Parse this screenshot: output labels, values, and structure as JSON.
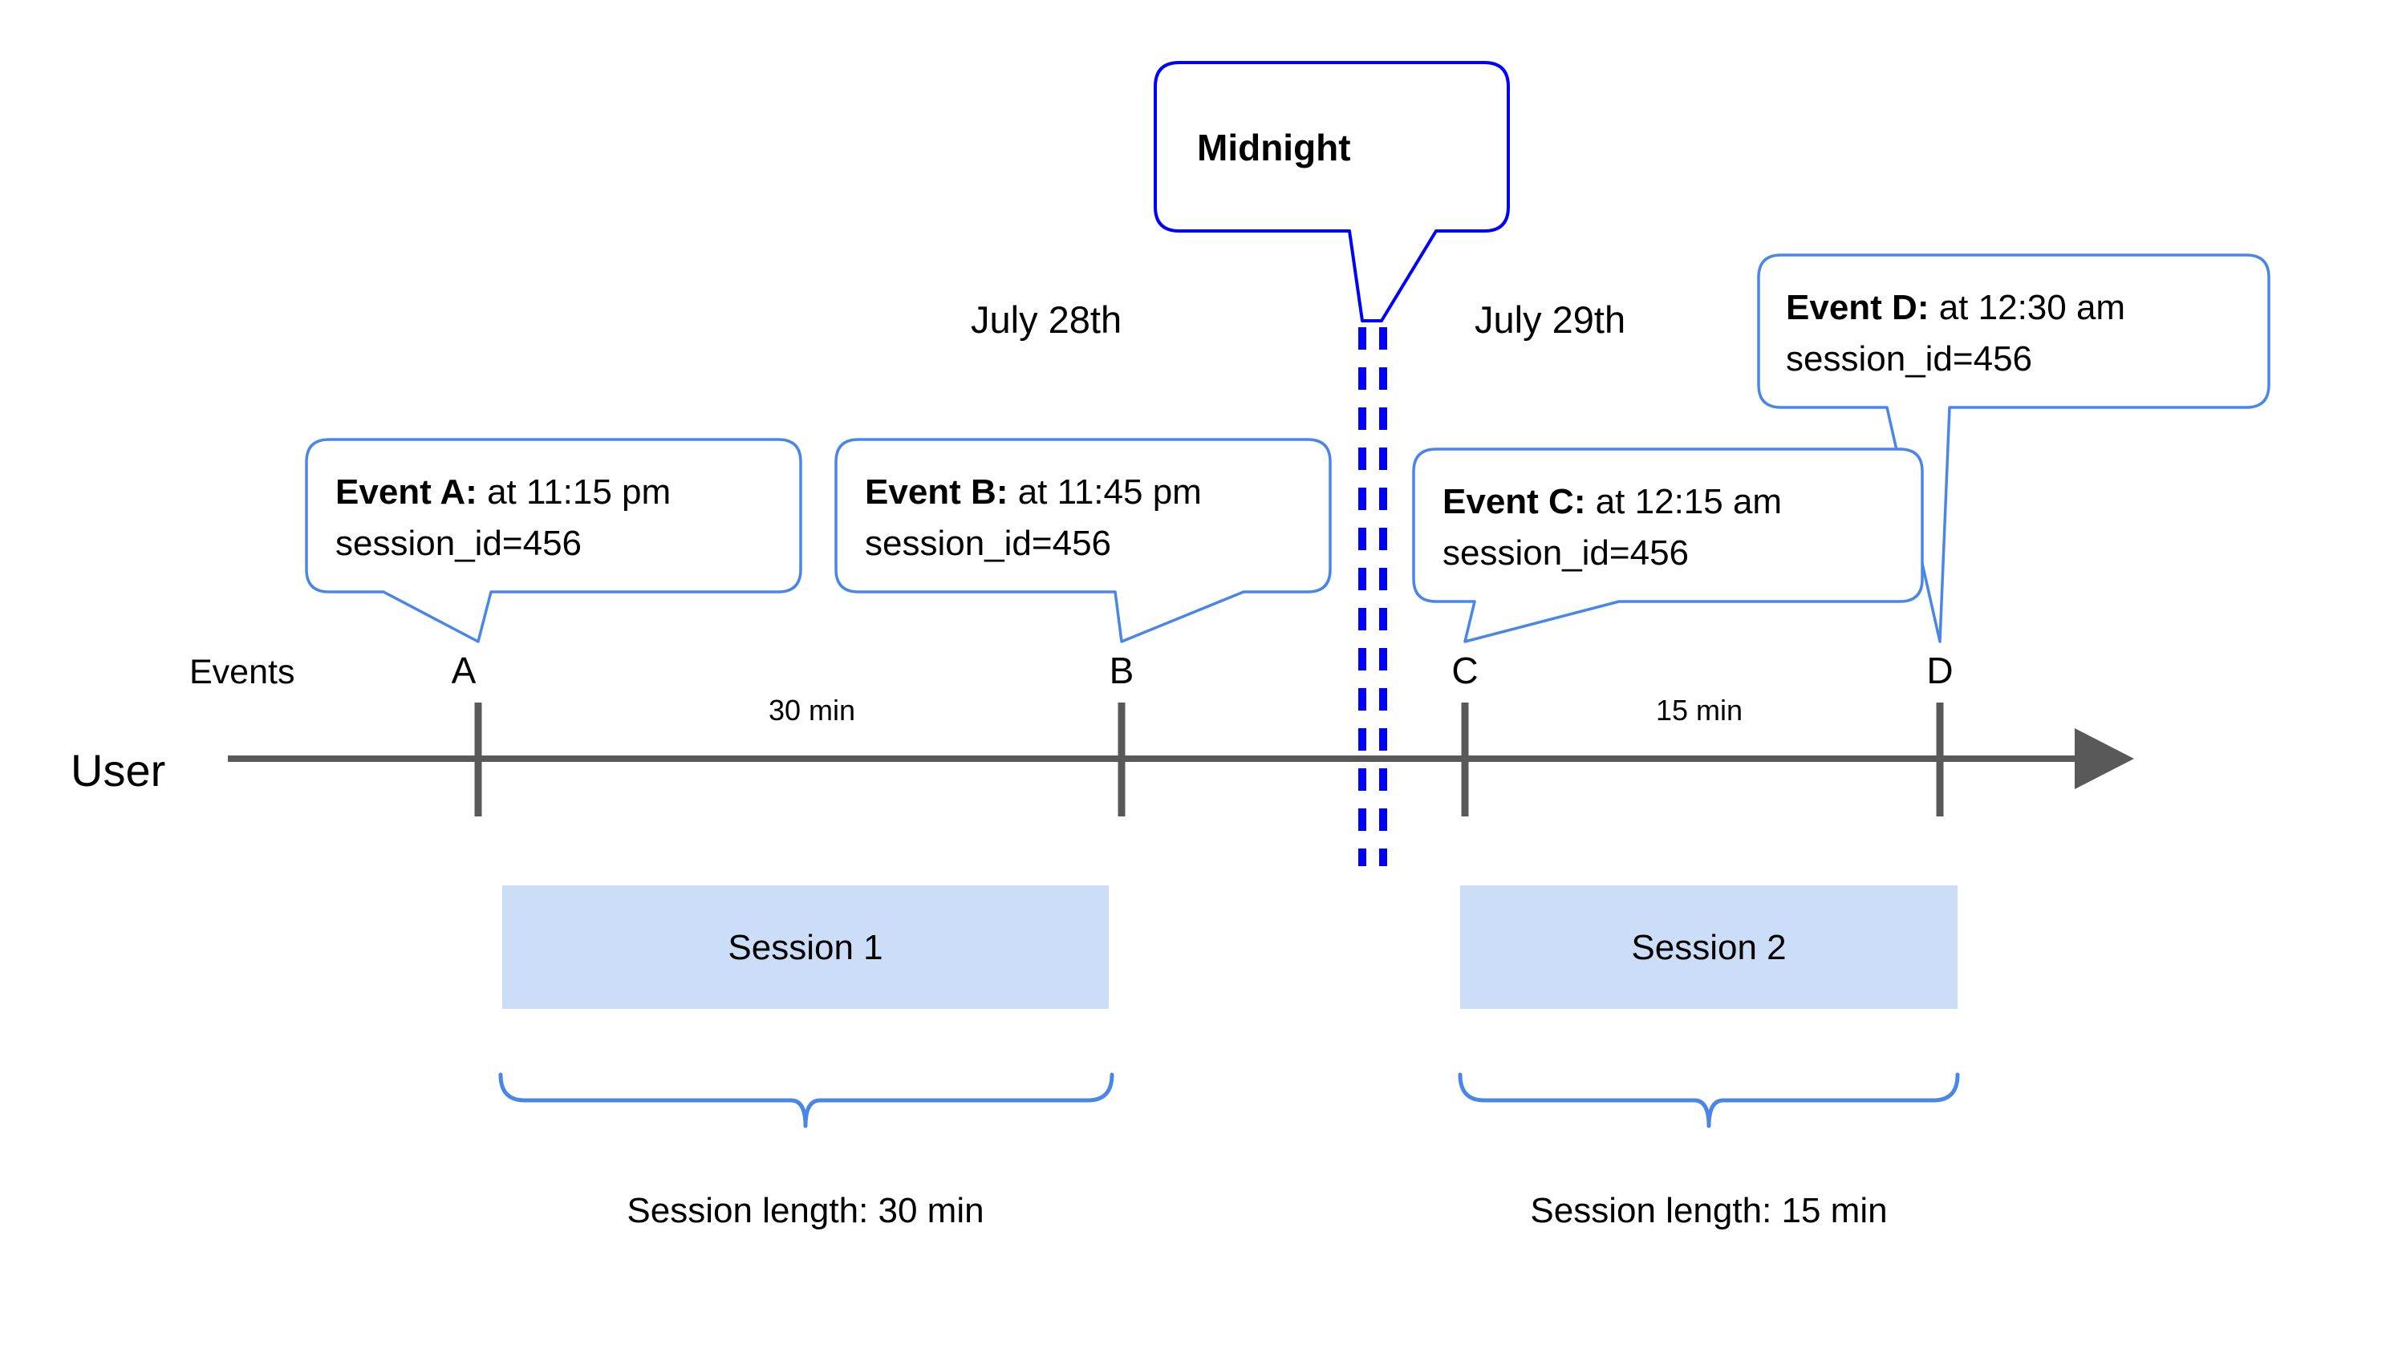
{
  "diagram": {
    "title_callout": {
      "label": "Midnight"
    },
    "dates": [
      {
        "id": "july-28",
        "label": "July 28th"
      },
      {
        "id": "july-29",
        "label": "July 29th"
      }
    ],
    "row_labels": {
      "events": "Events",
      "user": "User"
    },
    "events": [
      {
        "key": "A",
        "marker": "A",
        "title": "Event A:",
        "time": " at 11:15 pm",
        "session_id": "session_id=456"
      },
      {
        "key": "B",
        "marker": "B",
        "title": "Event B:",
        "time": " at 11:45 pm",
        "session_id": "session_id=456"
      },
      {
        "key": "C",
        "marker": "C",
        "title": "Event C:",
        "time": " at 12:15 am",
        "session_id": "session_id=456"
      },
      {
        "key": "D",
        "marker": "D",
        "title": "Event D:",
        "time": " at 12:30 am",
        "session_id": "session_id=456"
      }
    ],
    "durations": [
      {
        "id": "a-to-b",
        "label": "30 min"
      },
      {
        "id": "c-to-d",
        "label": "15 min"
      }
    ],
    "sessions": [
      {
        "id": "session-1",
        "label": "Session 1",
        "length_label": "Session length: 30 min"
      },
      {
        "id": "session-2",
        "label": "Session 2",
        "length_label": "Session length: 15 min"
      }
    ],
    "colors": {
      "callout_border": "#4a86e8",
      "midnight_border": "#0000ff",
      "midnight_dash": "#0000ff",
      "axis": "#595959",
      "session_fill": "#ccddf7",
      "brace": "#4a86e8",
      "text": "#000000",
      "background": "#ffffff"
    }
  }
}
